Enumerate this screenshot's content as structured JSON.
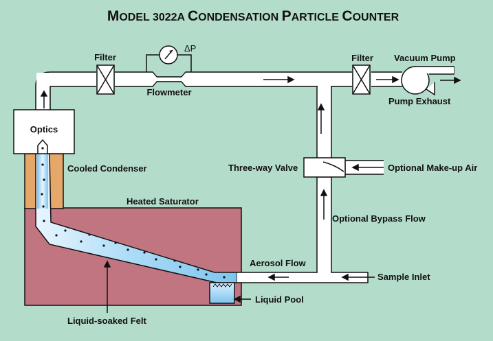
{
  "title": {
    "prefix": "M",
    "main": "ODEL 3022A ",
    "c_letter": "C",
    "c_rest": "ONDENSATION ",
    "p_letter": "P",
    "p_rest": "ARTICLE ",
    "c2_letter": "C",
    "c2_rest": "OUNTER"
  },
  "labels": {
    "filter_left": "Filter",
    "filter_right": "Filter",
    "delta_p": "ΔP",
    "flowmeter": "Flowmeter",
    "vacuum_pump": "Vacuum Pump",
    "pump_exhaust": "Pump Exhaust",
    "optics": "Optics",
    "cooled_condenser": "Cooled Condenser",
    "three_way_valve": "Three-way Valve",
    "optional_makeup_air": "Optional Make-up Air",
    "heated_saturator": "Heated Saturator",
    "optional_bypass_flow": "Optional Bypass Flow",
    "aerosol_flow": "Aerosol Flow",
    "sample_inlet": "Sample Inlet",
    "liquid_pool": "Liquid Pool",
    "liquid_soaked_felt": "Liquid-soaked Felt"
  },
  "colors": {
    "background": "#b4dccb",
    "condenser": "#e6a86a",
    "saturator": "#c07580",
    "felt_light": "#e8f6ff",
    "felt_dark": "#7ec4ee",
    "pipe": "#ffffff",
    "line": "#111111"
  }
}
